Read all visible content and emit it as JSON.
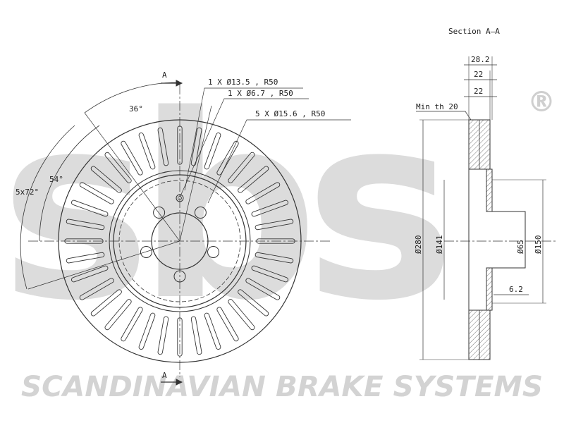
{
  "watermark": {
    "logo_text": "sbs",
    "registered_mark": "®",
    "brand_name": "SCANDINAVIAN BRAKE SYSTEMS",
    "color": "#d9d9d9"
  },
  "front_view": {
    "section_marker_top": "A",
    "section_marker_bottom": "A",
    "callouts": [
      "1 X Ø13.5 , R50",
      "1 X Ø6.7 , R50",
      "5 X Ø15.6 , R50"
    ],
    "angles": [
      "36°",
      "54°",
      "5x72°"
    ]
  },
  "section_view": {
    "title": "Section A–A",
    "min_thickness": "Min th 20",
    "dims": {
      "width_total": "28.2",
      "width_a": "22",
      "width_b": "22",
      "dia_280": "Ø280",
      "dia_141": "Ø141",
      "dia_65": "Ø65",
      "dia_150": "Ø150",
      "offset": "6.2"
    }
  },
  "colors": {
    "line": "#333333",
    "hidden": "#555555"
  }
}
